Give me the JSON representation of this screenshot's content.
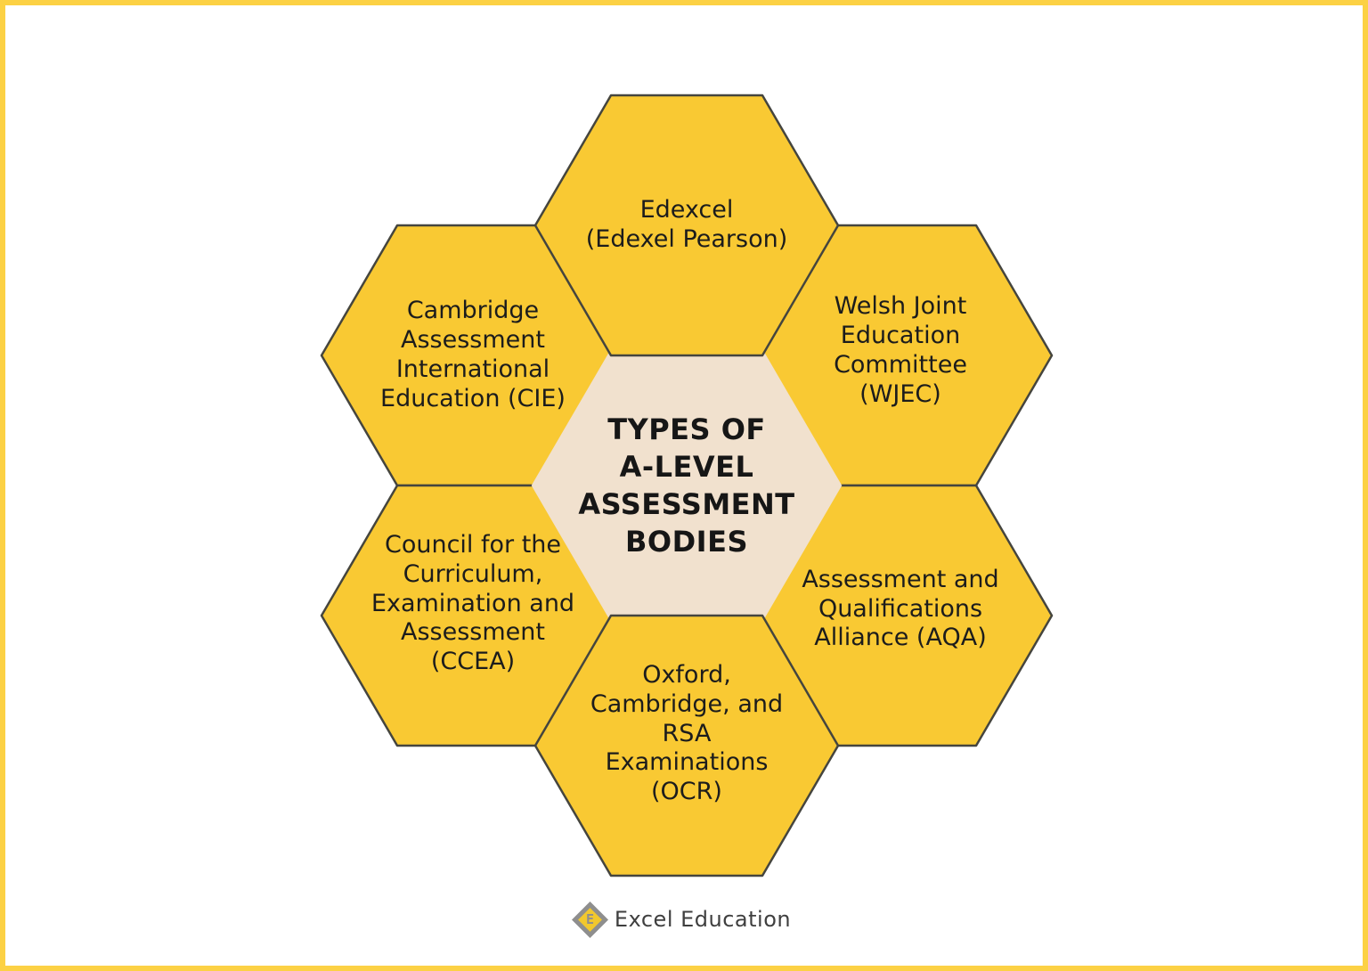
{
  "page": {
    "frame_color": "#FCD144",
    "background_color": "#FFFFFF"
  },
  "diagram": {
    "hex_fill": "#F9C933",
    "hex_stroke": "#45453E",
    "center_fill": "#F1E1CE",
    "text_color": "#1C1C1C",
    "center": {
      "label": "TYPES OF\nA-LEVEL\nASSESSMENT\nBODIES"
    },
    "hexagons": [
      {
        "id": "edexcel",
        "label": "Edexcel\n(Edexel Pearson)"
      },
      {
        "id": "cie",
        "label": "Cambridge\nAssessment\nInternational\nEducation (CIE)"
      },
      {
        "id": "wjec",
        "label": "Welsh Joint\nEducation\nCommittee\n(WJEC)"
      },
      {
        "id": "ccea",
        "label": "Council for the\nCurriculum,\nExamination and\nAssessment\n(CCEA)"
      },
      {
        "id": "aqa",
        "label": "Assessment and\nQualifications\nAlliance (AQA)"
      },
      {
        "id": "ocr",
        "label": "Oxford,\nCambridge, and\nRSA\nExaminations\n(OCR)"
      }
    ]
  },
  "footer": {
    "brand": "Excel Education",
    "logo_letter": "E",
    "logo_outer_color": "#8E8E8E",
    "logo_inner_color": "#F2C82D"
  }
}
